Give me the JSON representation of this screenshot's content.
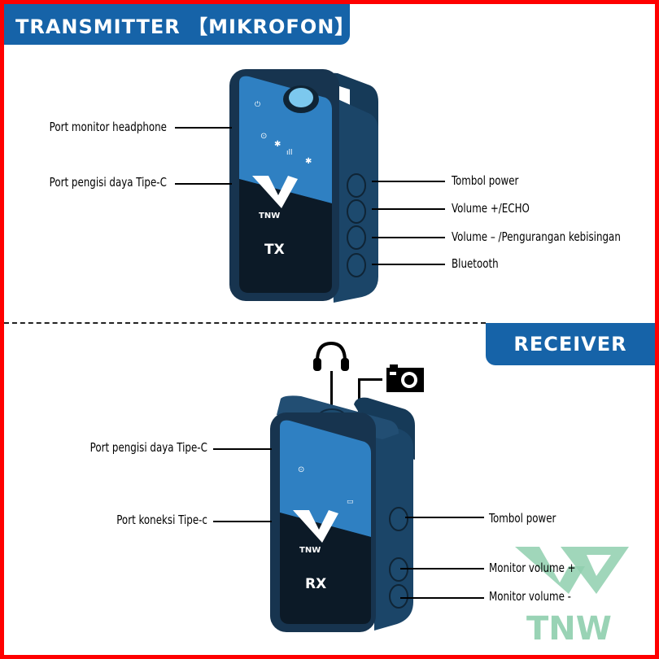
{
  "colors": {
    "border": "#ff0000",
    "banner": "#1663a8",
    "device_body": "#1d4a6e",
    "device_screen": "#2f7fbf",
    "watermark": "#8fcfae"
  },
  "transmitter": {
    "title": "TRANSMITTER 【MIKROFON】",
    "device_brand": "TNW",
    "device_label": "TX",
    "labels_left": [
      "Port monitor headphone",
      "Port pengisi daya Tipe-C"
    ],
    "labels_right": [
      "Tombol power",
      "Volume +/ECHO",
      "Volume – /Pengurangan kebisingan",
      "Bluetooth"
    ]
  },
  "receiver": {
    "title": "RECEIVER",
    "device_brand": "TNW",
    "device_label": "RX",
    "labels_left": [
      "Port pengisi daya Tipe-C",
      "Port koneksi Tipe-c"
    ],
    "labels_right": [
      "Tombol power",
      "Monitor volume +",
      "Monitor volume -"
    ],
    "top_icons": [
      "headphone-icon",
      "camera-icon"
    ]
  },
  "watermark": {
    "text": "TNW"
  }
}
